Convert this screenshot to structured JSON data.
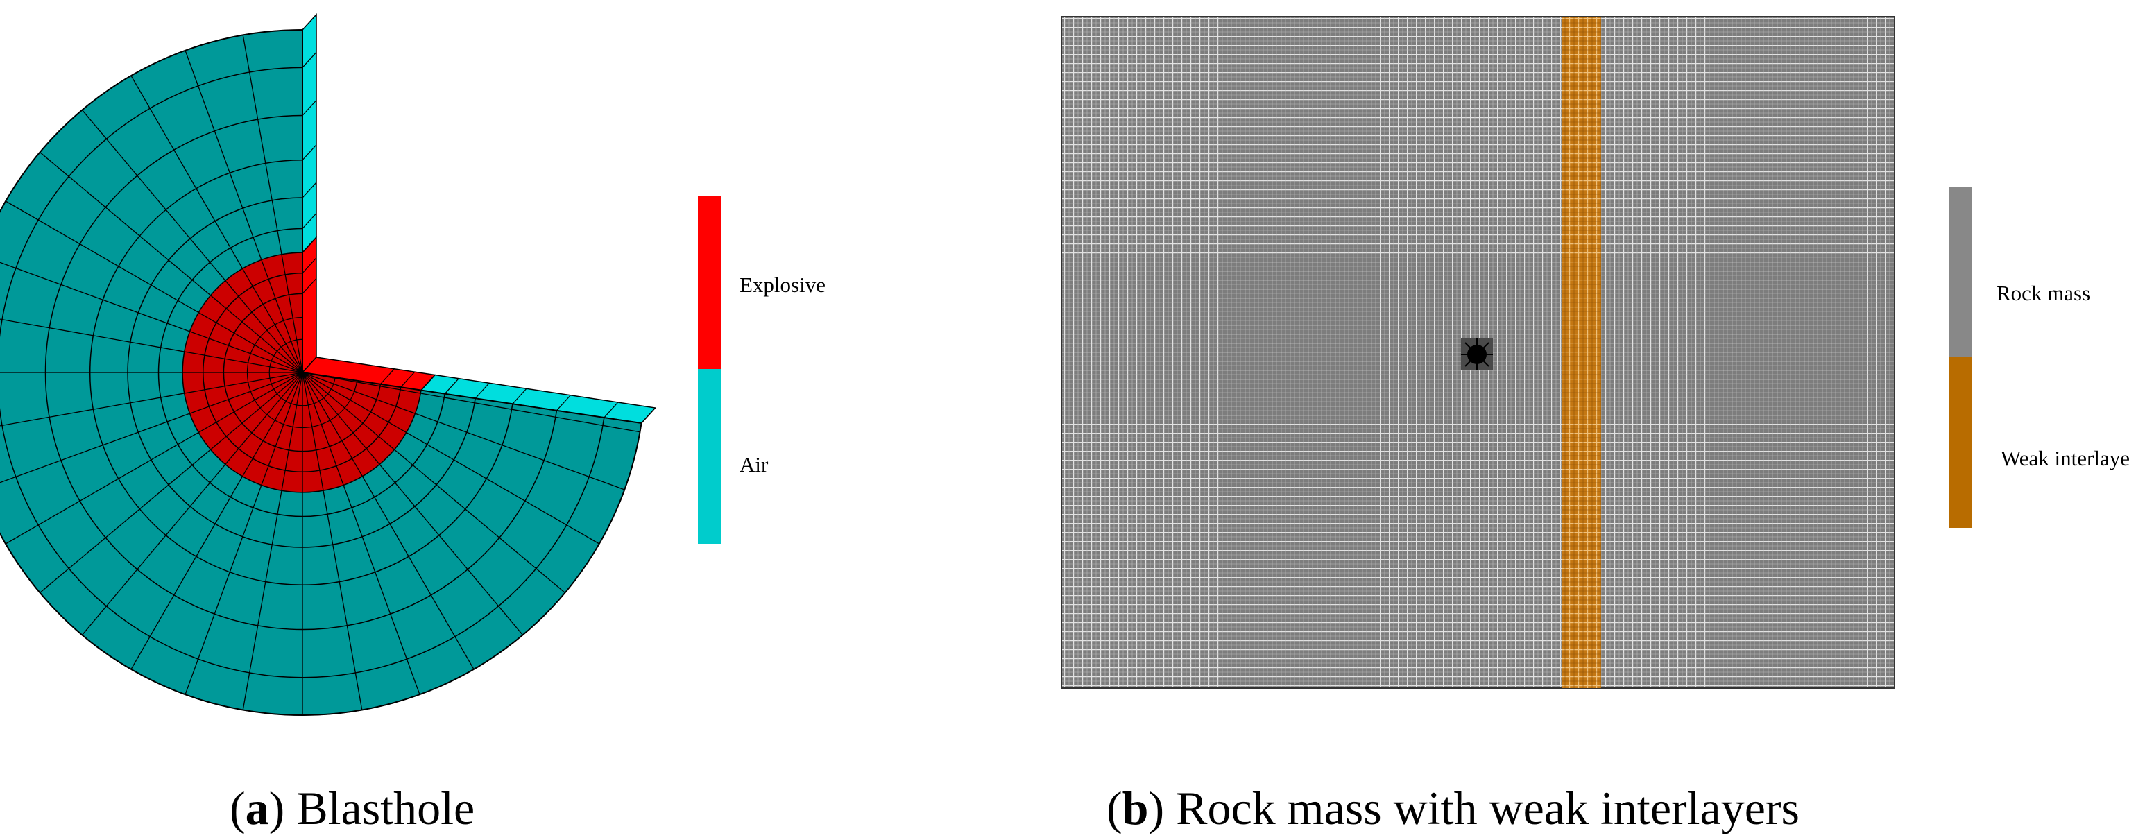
{
  "panel_a": {
    "legend": [
      {
        "label": "Explosive",
        "color": "#ff0000"
      },
      {
        "label": "Air",
        "color": "#00cccc"
      }
    ],
    "caption": {
      "letter": "a",
      "text": " Blasthole"
    },
    "colors": {
      "air_face": "#009999",
      "air_side": "#00dede",
      "explosive_face": "#cc0000",
      "explosive_side": "#ff0000",
      "mesh_line": "#000000"
    },
    "mesh": {
      "rings": [
        0.23,
        0.29,
        0.35,
        0.42,
        0.51,
        0.62,
        0.75,
        0.89,
        1.0
      ],
      "explosive_rings": 3,
      "spokes_deg": 10
    }
  },
  "panel_b": {
    "legend": [
      {
        "label": "Rock mass",
        "color": "#888888"
      },
      {
        "label": "Weak interlaye",
        "color": "#b86c00"
      }
    ],
    "caption": {
      "letter": "b",
      "text": " Rock mass with weak interlayers"
    },
    "colors": {
      "mesh_bg": "#7d7d7d",
      "mesh_line": "#e2e2e2",
      "interlayer": "#c47712",
      "border": "#333333"
    }
  }
}
